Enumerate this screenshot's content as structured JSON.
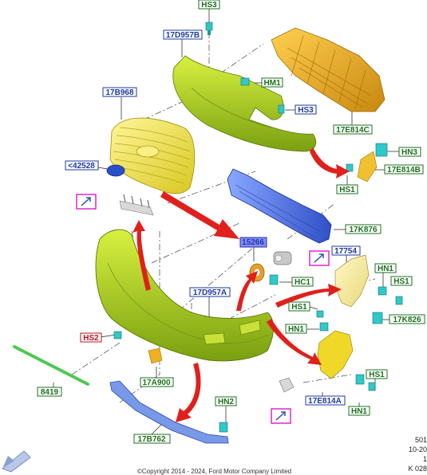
{
  "labels": {
    "hs3_top": "HS3",
    "p17d957b": "17D957B",
    "hm1": "HM1",
    "hs3_mid": "HS3",
    "p17b968": "17B968",
    "p17e814c": "17E814C",
    "hn3": "HN3",
    "p17e814b": "17E814B",
    "hs1_upper": "HS1",
    "p42528": "<42528",
    "p17k876": "17K876",
    "p15266": "15266",
    "p17754": "17754",
    "hn1_a": "HN1",
    "hs1_b": "HS1",
    "hc1": "HC1",
    "p17d957a": "17D957A",
    "hs1_c": "HS1",
    "p17k826": "17K826",
    "hn1_b": "HN1",
    "hs2": "HS2",
    "hs1_d": "HS1",
    "p17a900": "17A900",
    "p17e814a": "17E814A",
    "p8419": "8419",
    "hn2": "HN2",
    "hn1_c": "HN1",
    "p17b762": "17B762"
  },
  "side_text": {
    "line1": "501",
    "line2": "10-20",
    "line3": "1",
    "line4": "K 028"
  },
  "copyright": "©Copyright 2014 - 2024, Ford Motor Company Limited",
  "colors": {
    "green_label": "#1d6f1d",
    "blue_label": "#1c3a9e",
    "red_label": "#c0101a",
    "magenta_box": "#e018c8",
    "arrow_red": "#e0201c",
    "part_yellow": "#f2e83a",
    "part_lime": "#a8d21c",
    "part_orange": "#e8b020",
    "part_blue": "#5a7ae8",
    "part_cyan": "#28c0c8",
    "part_green_strip": "#4cc84c"
  }
}
